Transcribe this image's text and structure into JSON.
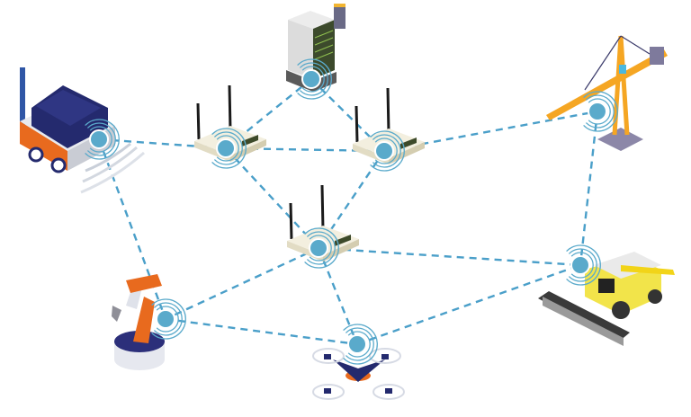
{
  "diagram": {
    "title": "",
    "link_color": "#4a9fc9",
    "node_color": "#5aaacb",
    "nodes": [
      {
        "id": "delivery-robot",
        "kind": "delivery-robot-icon"
      },
      {
        "id": "server",
        "kind": "server-rack-icon"
      },
      {
        "id": "router-left",
        "kind": "wifi-router-icon"
      },
      {
        "id": "router-right",
        "kind": "wifi-router-icon"
      },
      {
        "id": "router-center",
        "kind": "wifi-router-icon"
      },
      {
        "id": "crane",
        "kind": "tower-crane-icon"
      },
      {
        "id": "harvester",
        "kind": "combine-harvester-icon"
      },
      {
        "id": "robot-arm",
        "kind": "robot-arm-icon"
      },
      {
        "id": "drone",
        "kind": "drone-icon"
      }
    ],
    "links": [
      [
        "delivery-robot",
        "router-left"
      ],
      [
        "delivery-robot",
        "robot-arm"
      ],
      [
        "server",
        "router-left"
      ],
      [
        "server",
        "router-right"
      ],
      [
        "router-left",
        "router-right"
      ],
      [
        "router-left",
        "router-center"
      ],
      [
        "router-right",
        "router-center"
      ],
      [
        "router-right",
        "crane"
      ],
      [
        "crane",
        "harvester"
      ],
      [
        "router-center",
        "harvester"
      ],
      [
        "router-center",
        "robot-arm"
      ],
      [
        "router-center",
        "drone"
      ],
      [
        "robot-arm",
        "drone"
      ],
      [
        "drone",
        "harvester"
      ]
    ]
  }
}
